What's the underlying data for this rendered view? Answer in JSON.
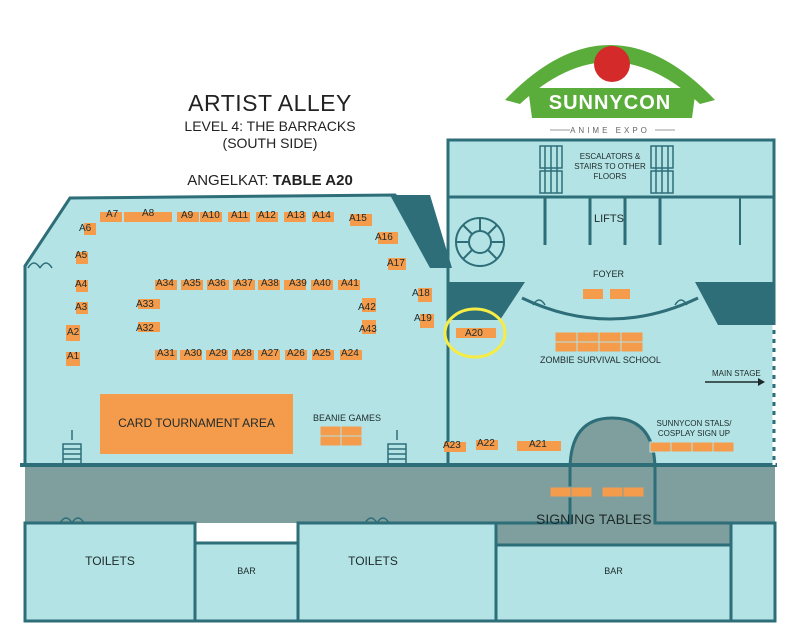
{
  "header": {
    "title": "ARTIST ALLEY",
    "subtitle_line1": "LEVEL 4: THE BARRACKS",
    "subtitle_line2": "(SOUTH SIDE)",
    "table_prefix": "ANGELKAT: ",
    "table_value": "TABLE A20"
  },
  "logo": {
    "name": "SUNNYCON",
    "tagline": "ANIME EXPO",
    "colors": {
      "arch": "#5aad3a",
      "sun": "#d42a2a"
    }
  },
  "colors": {
    "floor": "#b3e3e5",
    "wall": "#2e6e79",
    "corridor": "#7f9f9f",
    "table": "#f49b4c",
    "highlight": "#f6ec45"
  },
  "areas": {
    "escalators": "ESCALATORS & STAIRS TO OTHER FLOORS",
    "lifts": "LIFTS",
    "foyer": "FOYER",
    "zombie": "ZOMBIE SURVIVAL SCHOOL",
    "main_stage": "MAIN STAGE",
    "card_tournament": "CARD TOURNAMENT AREA",
    "beanie_games": "BEANIE GAMES",
    "sunnycon_stalls": "SUNNYCON STALS/ COSPLAY SIGN UP",
    "signing_tables": "SIGNING TABLES",
    "toilets_left": "TOILETS",
    "bar_left": "BAR",
    "toilets_right": "TOILETS",
    "bar_right": "BAR"
  },
  "highlighted_table": "A20",
  "tables": [
    "A1",
    "A2",
    "A3",
    "A4",
    "A5",
    "A6",
    "A7",
    "A8",
    "A9",
    "A10",
    "A11",
    "A12",
    "A13",
    "A14",
    "A15",
    "A16",
    "A17",
    "A18",
    "A19",
    "A20",
    "A21",
    "A22",
    "A23",
    "A24",
    "A25",
    "A26",
    "A27",
    "A28",
    "A29",
    "A30",
    "A31",
    "A32",
    "A33",
    "A34",
    "A35",
    "A36",
    "A37",
    "A38",
    "A39",
    "A40",
    "A41",
    "A42",
    "A43"
  ]
}
